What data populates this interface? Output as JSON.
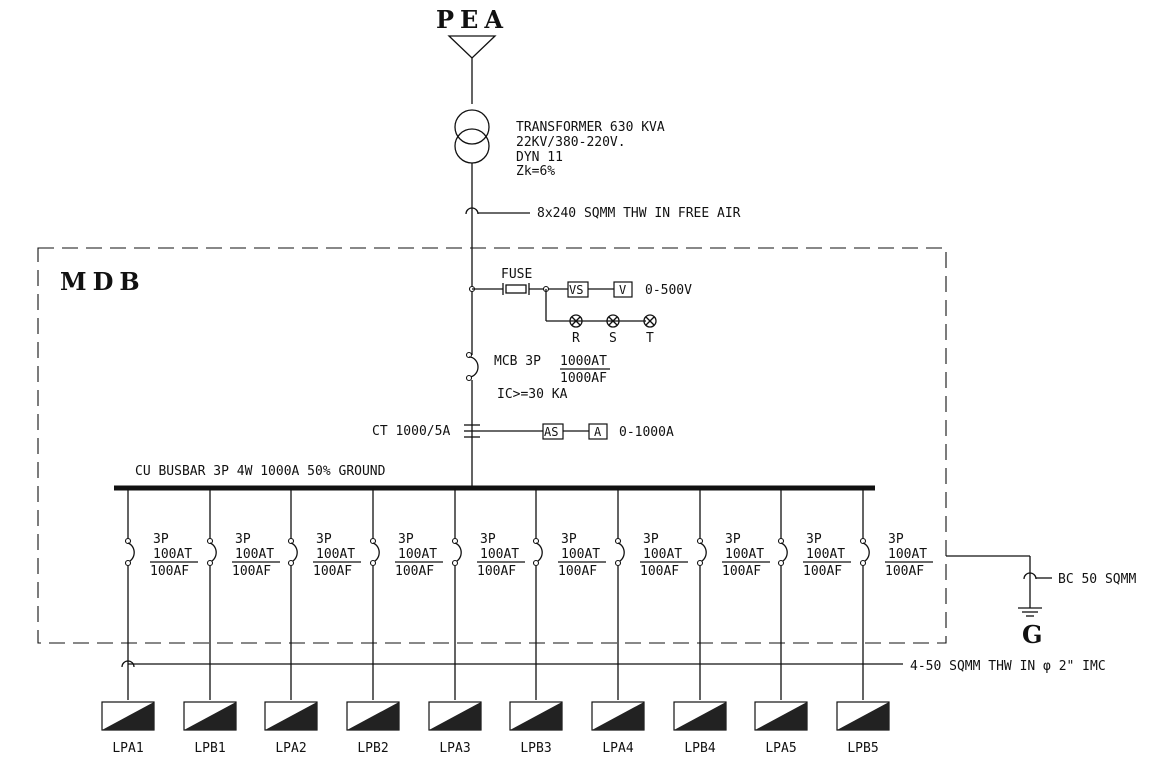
{
  "source_label": "PEA",
  "transformer": {
    "line1": "TRANSFORMER 630 KVA",
    "line2": "22KV/380-220V.",
    "line3": "DYN 11",
    "line4": "Zk=6%"
  },
  "main_cable": "8x240 SQMM THW IN FREE AIR",
  "mdb_label": "MDB",
  "fuse_label": "FUSE",
  "vs_label": "VS",
  "v_label": "V",
  "voltmeter_range": "0-500V",
  "phase_lamps": [
    "R",
    "S",
    "T"
  ],
  "main_breaker": {
    "label": "MCB 3P",
    "at": "1000AT",
    "af": "1000AF",
    "ic": "IC>=30 KA"
  },
  "ct_label": "CT 1000/5A",
  "as_label": "AS",
  "a_label": "A",
  "ammeter_range": "0-1000A",
  "busbar_label": "CU BUSBAR 3P 4W 1000A 50% GROUND",
  "branch_breaker": {
    "poles": "3P",
    "at": "100AT",
    "af": "100AF"
  },
  "ground_cable": "BC 50 SQMM",
  "ground_label": "G",
  "feeder_cable": "4-50 SQMM THW IN φ 2\" IMC",
  "panels": [
    "LPA1",
    "LPB1",
    "LPA2",
    "LPB2",
    "LPA3",
    "LPB3",
    "LPA4",
    "LPB4",
    "LPA5",
    "LPB5"
  ]
}
